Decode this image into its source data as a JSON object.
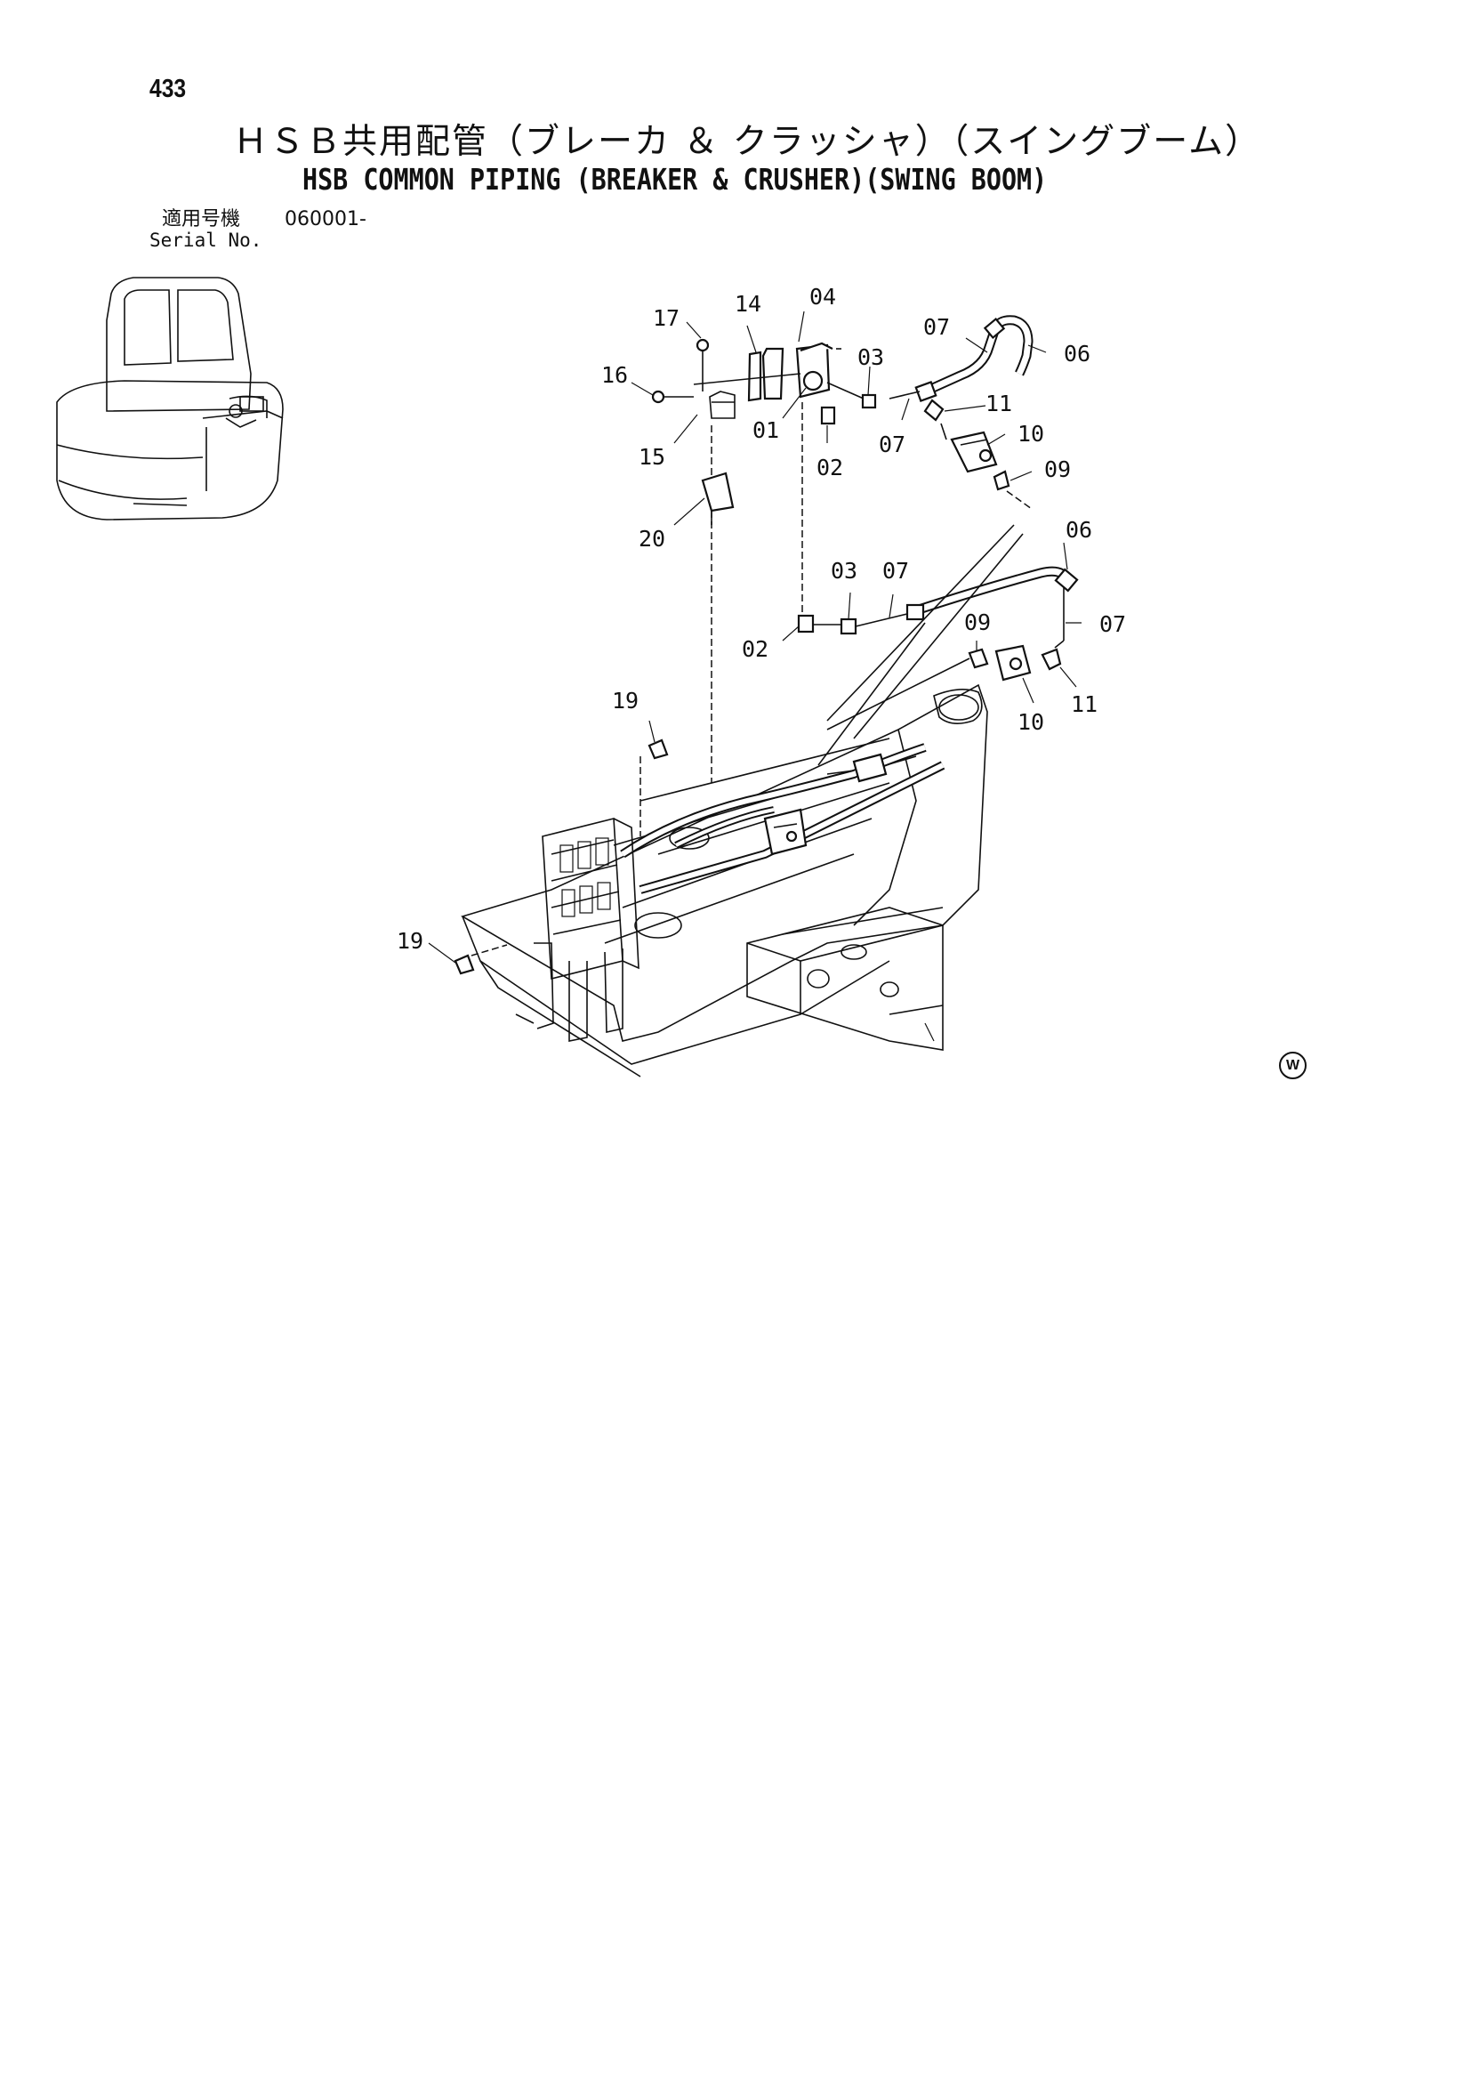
{
  "header": {
    "page_number": "433",
    "title_jp": "ＨＳＢ共用配管（ブレーカ ＆ クラッシャ）（スイングブーム）",
    "title_en": "HSB COMMON PIPING (BREAKER & CRUSHER)(SWING BOOM)"
  },
  "serial": {
    "label_jp": "適用号機",
    "label_en": "Serial No.",
    "value": "060001-"
  },
  "callouts": {
    "c01": "01",
    "c02a": "02",
    "c02b": "02",
    "c03a": "03",
    "c03b": "03",
    "c04": "04",
    "c06a": "06",
    "c06b": "06",
    "c07a": "07",
    "c07b": "07",
    "c07c": "07",
    "c07d": "07",
    "c09a": "09",
    "c09b": "09",
    "c10a": "10",
    "c10b": "10",
    "c11a": "11",
    "c11b": "11",
    "c14": "14",
    "c15": "15",
    "c16": "16",
    "c17": "17",
    "c19a": "19",
    "c19b": "19",
    "c20": "20"
  },
  "watermark": "W"
}
